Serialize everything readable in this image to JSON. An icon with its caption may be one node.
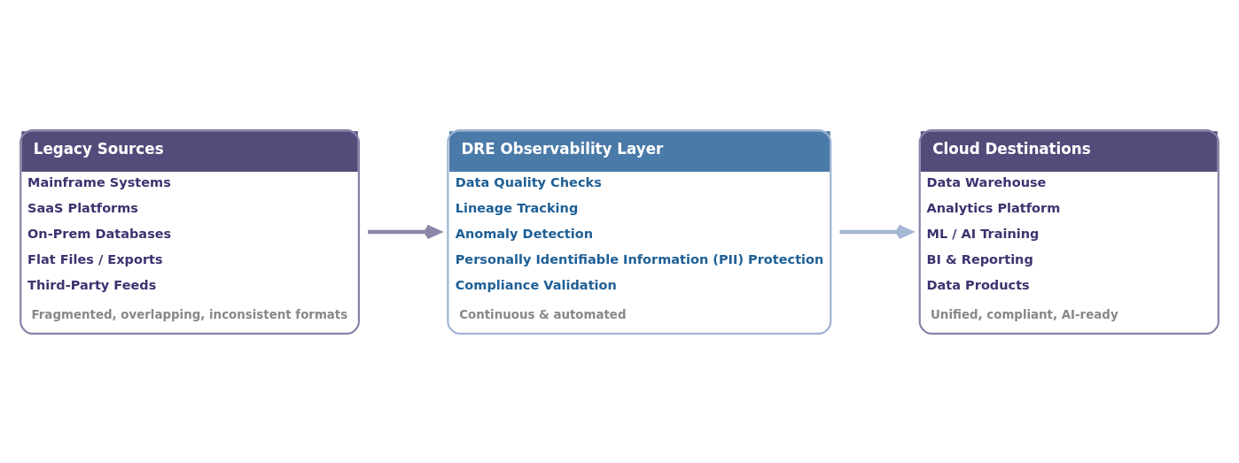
{
  "diagram": {
    "nodes": [
      {
        "text": [
          "Legacy Sources",
          "Mainframe Systems",
          "SaaS Platforms",
          "On-Prem Databases",
          "Flat Files / Exports",
          "Third-Party Feeds",
          "Fragmented, overlapping, inconsistent formats"
        ]
      },
      {
        "text": [
          "DRE Observability Layer",
          "Data Quality Checks",
          "Lineage Tracking",
          "Anomaly Detection",
          "Personally Identifiable Information (PII) Protection",
          "Compliance Validation",
          "Continuous & automated"
        ]
      },
      {
        "text": [
          "Cloud Destinations",
          "Data Warehouse",
          "Analytics Platform",
          "ML / AI Training",
          "BI & Reporting",
          "Data Products",
          "Unified, compliant, AI-ready"
        ]
      }
    ],
    "edges": [
      {
        "from": 0,
        "to": 1,
        "arrow": "to",
        "color": "#8c86a8"
      },
      {
        "from": 1,
        "to": 2,
        "arrow": "to",
        "color": "#a3b6d4"
      }
    ]
  }
}
